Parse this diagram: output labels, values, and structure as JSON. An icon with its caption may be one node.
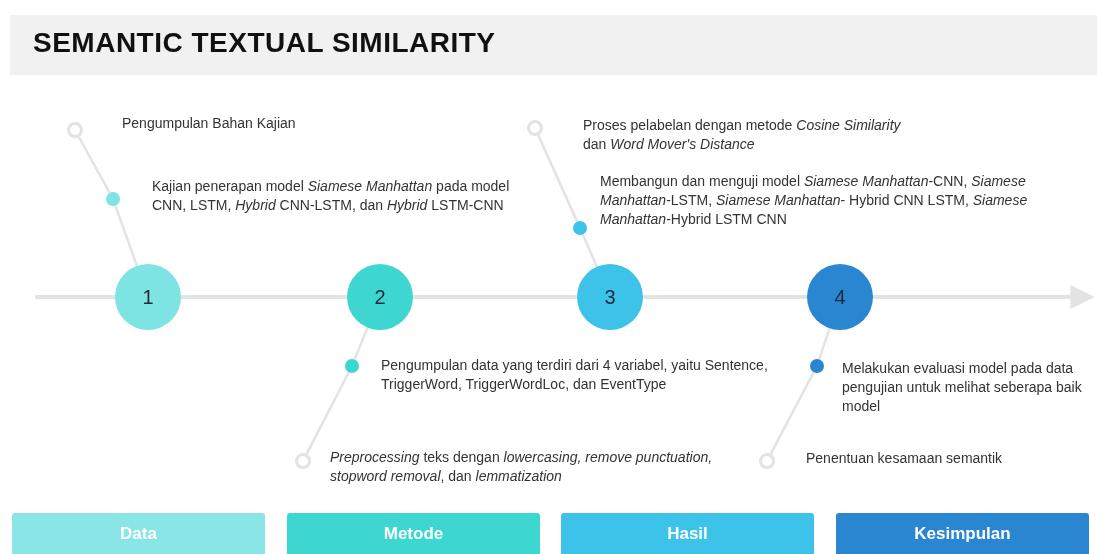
{
  "diagram": {
    "title": "SEMANTIC TEXTUAL SIMILARITY",
    "nodes": [
      {
        "text": [
          "1"
        ]
      },
      {
        "text": [
          "2"
        ]
      },
      {
        "text": [
          "3"
        ]
      },
      {
        "text": [
          "4"
        ]
      },
      {
        "text": [],
        "shape": "circle",
        "beside": [
          "Pengumpulan Bahan Kajian"
        ]
      },
      {
        "text": [],
        "shape": "circle",
        "beside": [
          "Kajian penerapan model *Siamese Manhattan* pada model CNN, LSTM, *Hybrid* CNN-LSTM, dan *Hybrid* LSTM-CNN"
        ]
      },
      {
        "text": [],
        "shape": "circle",
        "beside": [
          "Pengumpulan data yang terdiri dari 4 variabel, yaitu Sentence, TriggerWord, TriggerWordLoc, dan EventType"
        ]
      },
      {
        "text": [],
        "shape": "circle",
        "beside": [
          "*Preprocessing* teks dengan *lowercasing, remove punctuation, stopword removal*, dan *lemmatization*"
        ]
      },
      {
        "text": [],
        "shape": "circle",
        "beside": [
          "Proses pelabelan dengan metode *Cosine Similarity* dan *Word Mover's Distance*"
        ]
      },
      {
        "text": [],
        "shape": "circle",
        "beside": [
          "Membangun dan menguji model *Siamese Manhattan*-CNN, *Siamese Manhattan*-LSTM, *Siamese Manhattan*- Hybrid CNN LSTM, *Siamese Manhattan*-Hybrid LSTM CNN"
        ]
      },
      {
        "text": [],
        "shape": "circle",
        "beside": [
          "Melakukan evaluasi model pada data pengujian untuk melihat seberapa baik model"
        ]
      },
      {
        "text": [],
        "shape": "circle",
        "beside": [
          "Penentuan kesamaan semantik"
        ]
      },
      {
        "text": [
          "Data"
        ]
      },
      {
        "text": [
          "Metode"
        ]
      },
      {
        "text": [
          "Hasil"
        ]
      },
      {
        "text": [
          "Kesimpulan"
        ]
      }
    ],
    "edges": [
      {
        "from": null,
        "to": 0,
        "arrow": "none"
      },
      {
        "from": 0,
        "to": 1,
        "arrow": "none"
      },
      {
        "from": 1,
        "to": 2,
        "arrow": "none"
      },
      {
        "from": 2,
        "to": 3,
        "arrow": "none"
      },
      {
        "from": 3,
        "to": null,
        "arrow": "to"
      },
      {
        "from": 0,
        "to": 5,
        "arrow": "none"
      },
      {
        "from": 5,
        "to": 4,
        "arrow": "none"
      },
      {
        "from": 1,
        "to": 6,
        "arrow": "none"
      },
      {
        "from": 6,
        "to": 7,
        "arrow": "none"
      },
      {
        "from": 2,
        "to": 9,
        "arrow": "none"
      },
      {
        "from": 9,
        "to": 8,
        "arrow": "none"
      },
      {
        "from": 3,
        "to": 10,
        "arrow": "none"
      },
      {
        "from": 10,
        "to": 11,
        "arrow": "none"
      }
    ]
  }
}
